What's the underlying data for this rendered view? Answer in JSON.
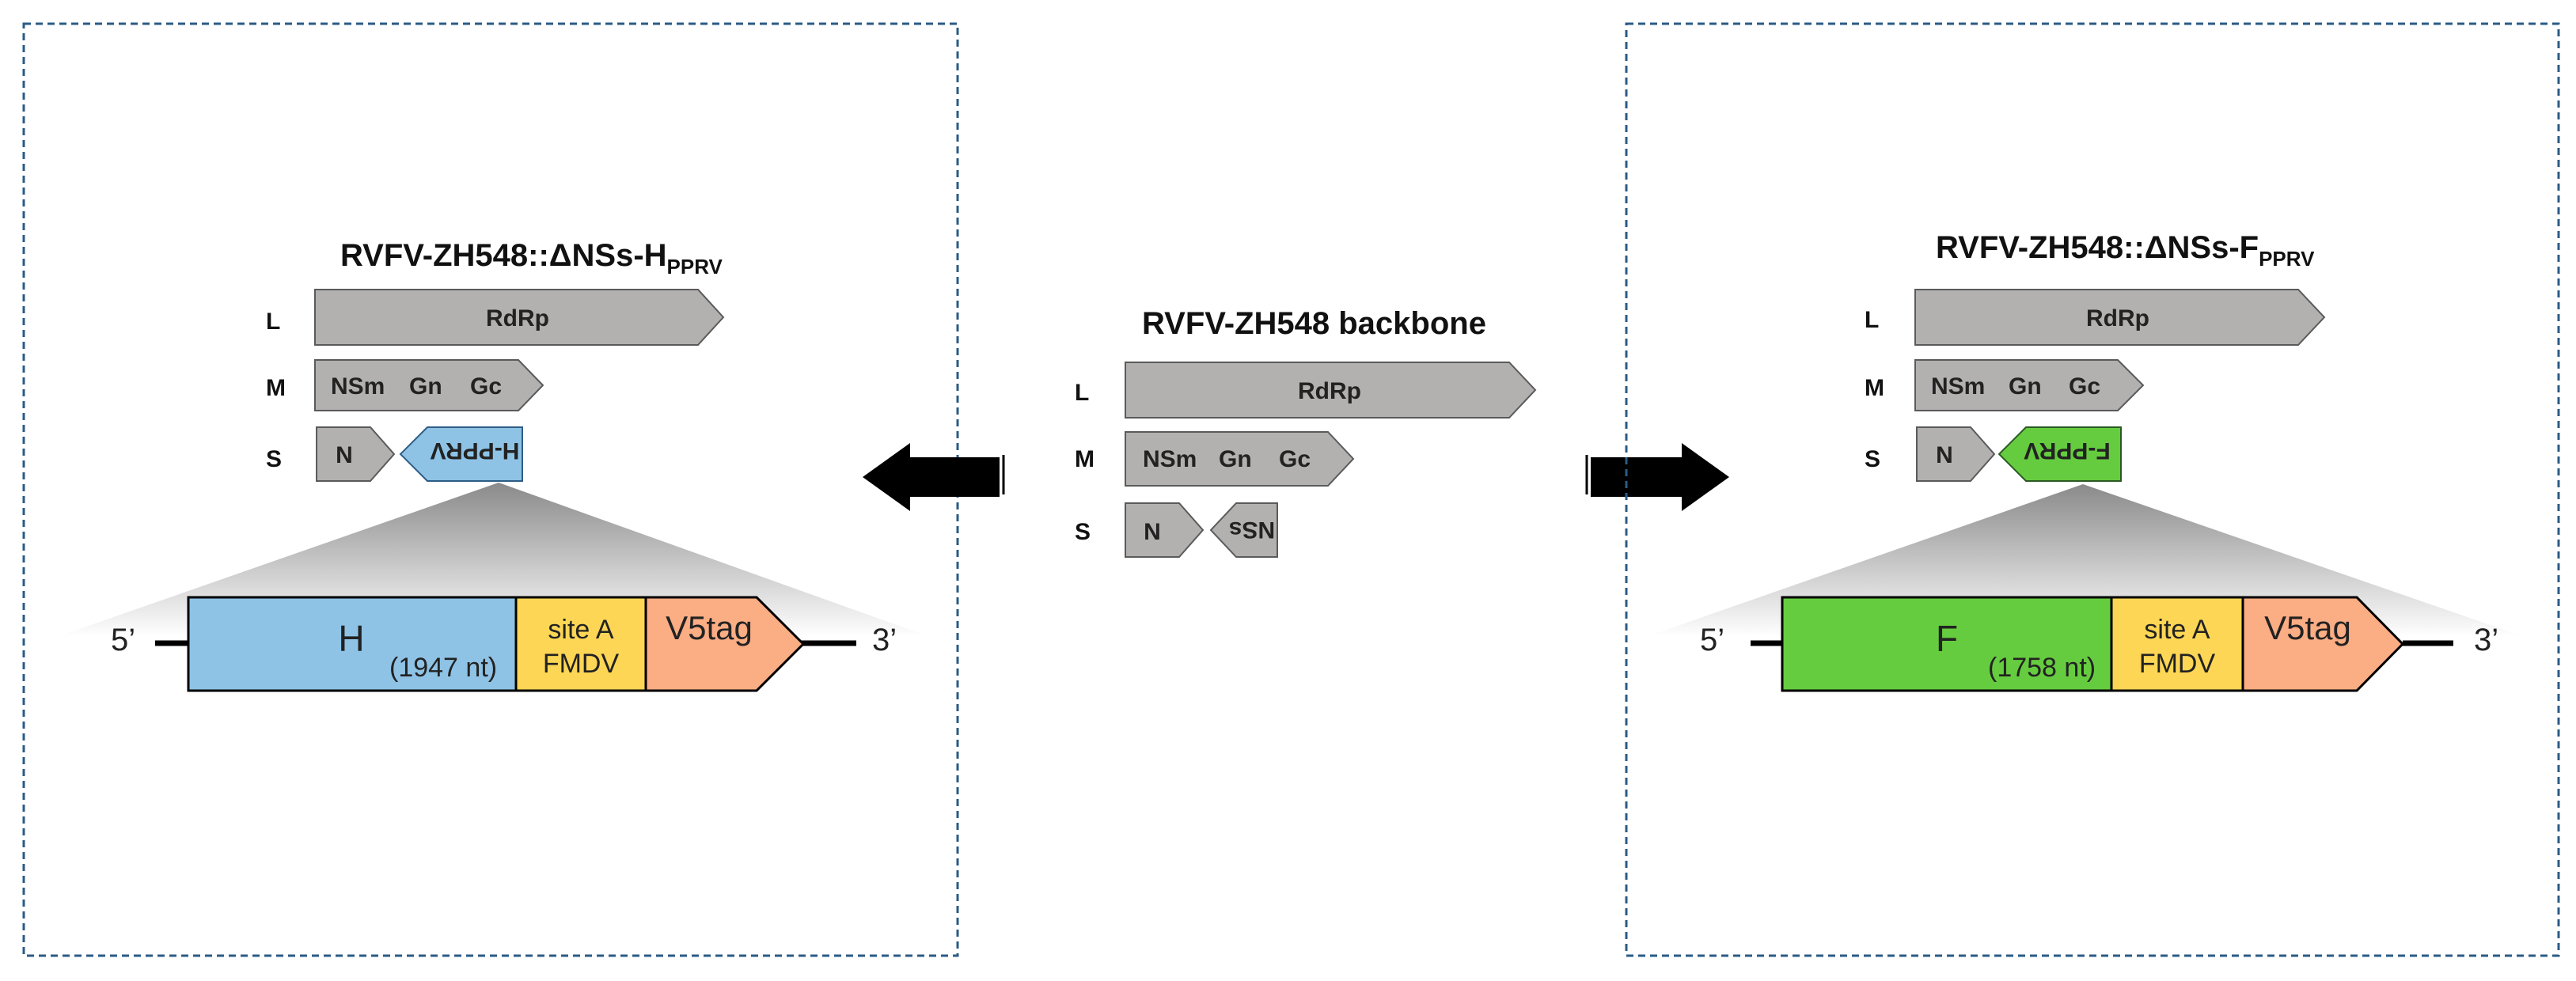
{
  "colors": {
    "grey_gene": "#b3b1b0",
    "h_blue": "#8ec3e6",
    "f_green": "#66cc3f",
    "fmdv_yellow": "#fdd655",
    "v5_orange": "#fbad84",
    "panel_border": "#2b5b86"
  },
  "left_panel": {
    "title_main": "RVFV-ZH548::ΔNSs-H",
    "title_sub": "PPRV",
    "segment_L": "L",
    "segment_M": "M",
    "segment_S": "S",
    "L_gene": "RdRp",
    "M_nsm": "NSm",
    "M_gn": "Gn",
    "M_gc": "Gc",
    "S_n": "N",
    "S_insert": "H-PPRV",
    "cassette": {
      "five_prime": "5’",
      "three_prime": "3’",
      "gene": "H",
      "gene_length": "(1947 nt)",
      "site_line1": "site A",
      "site_line2": "FMDV",
      "tag": "V5tag"
    }
  },
  "center_panel": {
    "title": "RVFV-ZH548 backbone",
    "segment_L": "L",
    "segment_M": "M",
    "segment_S": "S",
    "L_gene": "RdRp",
    "M_nsm": "NSm",
    "M_gn": "Gn",
    "M_gc": "Gc",
    "S_n": "N",
    "S_nss": "NSs"
  },
  "right_panel": {
    "title_main": "RVFV-ZH548::ΔNSs-F",
    "title_sub": "PPRV",
    "segment_L": "L",
    "segment_M": "M",
    "segment_S": "S",
    "L_gene": "RdRp",
    "M_nsm": "NSm",
    "M_gn": "Gn",
    "M_gc": "Gc",
    "S_n": "N",
    "S_insert": "F-PPRV",
    "cassette": {
      "five_prime": "5’",
      "three_prime": "3’",
      "gene": "F",
      "gene_length": "(1758 nt)",
      "site_line1": "site A",
      "site_line2": "FMDV",
      "tag": "V5tag"
    }
  }
}
